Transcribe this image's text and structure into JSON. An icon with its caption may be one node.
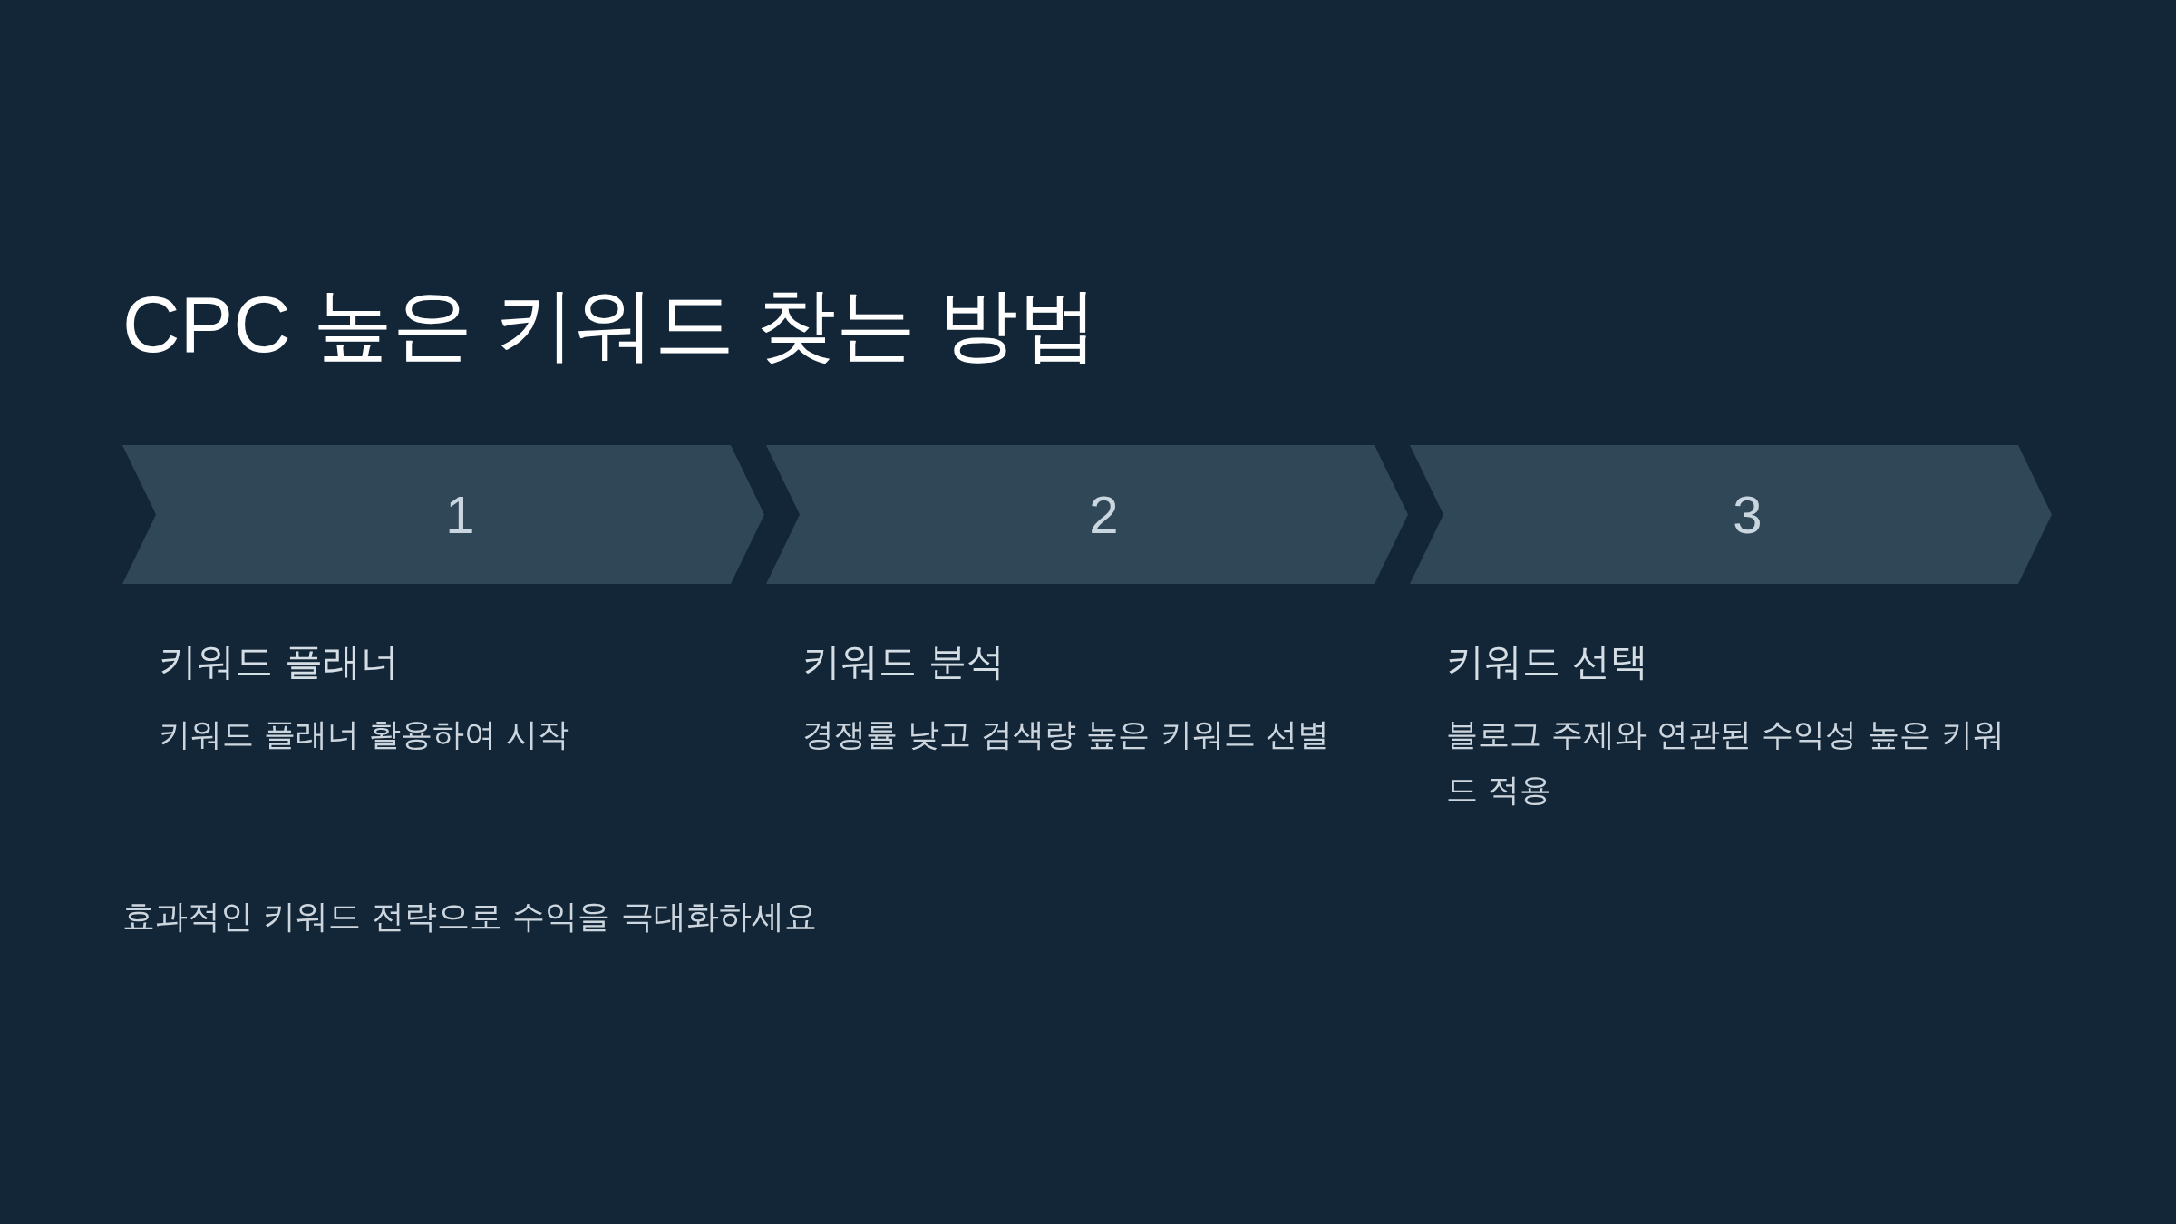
{
  "diagram": {
    "title": "CPC 높은 키워드 찾는 방법",
    "nodes": [
      {
        "text": [
          "1",
          "키워드 플래너",
          "키워드 플래너 활용하여 시작"
        ]
      },
      {
        "text": [
          "2",
          "키워드 분석",
          "경쟁률 낮고 검색량 높은 키워드 선별"
        ]
      },
      {
        "text": [
          "3",
          "키워드 선택",
          "블로그 주제와 연관된 수익성 높은 키워드 적용"
        ]
      }
    ],
    "labels": [
      "효과적인 키워드 전략으로 수익을 극대화하세요"
    ]
  }
}
